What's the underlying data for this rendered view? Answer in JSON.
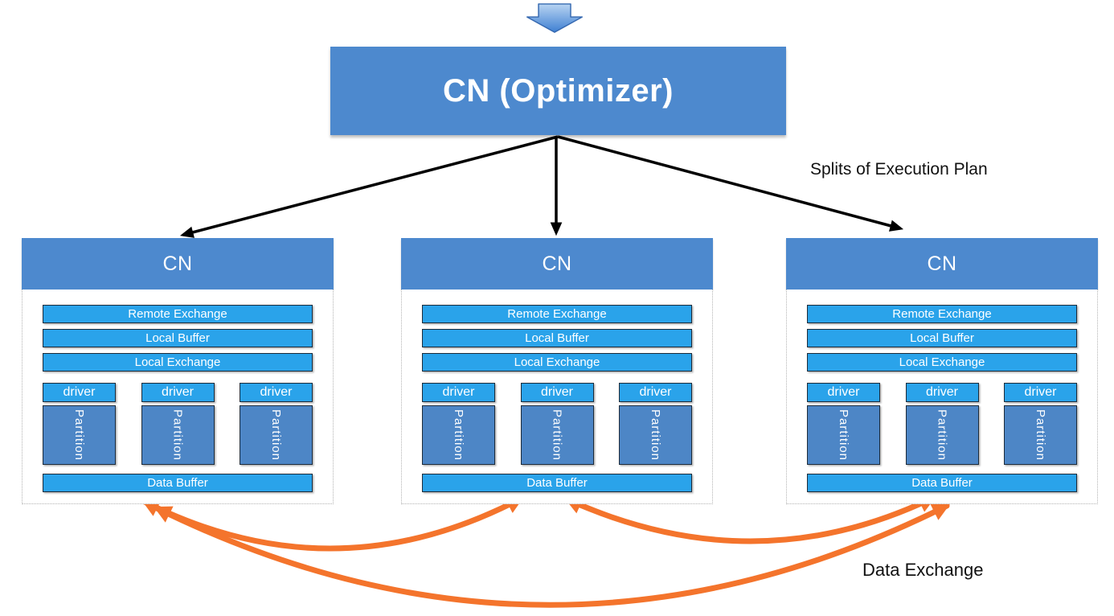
{
  "icons": {
    "top_arrow": "down-block-arrow"
  },
  "optimizer": {
    "label": "CN (Optimizer)"
  },
  "annotations": {
    "splits_label": "Splits of Execution Plan",
    "data_exchange_label": "Data Exchange"
  },
  "nodes": [
    {
      "title": "CN",
      "bars": [
        "Remote Exchange",
        "Local Buffer",
        "Local Exchange"
      ],
      "drivers": [
        "driver",
        "driver",
        "driver"
      ],
      "partitions": [
        "Partition",
        "Partition",
        "Partition"
      ],
      "data_buffer": "Data Buffer"
    },
    {
      "title": "CN",
      "bars": [
        "Remote Exchange",
        "Local Buffer",
        "Local Exchange"
      ],
      "drivers": [
        "driver",
        "driver",
        "driver"
      ],
      "partitions": [
        "Partition",
        "Partition",
        "Partition"
      ],
      "data_buffer": "Data Buffer"
    },
    {
      "title": "CN",
      "bars": [
        "Remote Exchange",
        "Local Buffer",
        "Local Exchange"
      ],
      "drivers": [
        "driver",
        "driver",
        "driver"
      ],
      "partitions": [
        "Partition",
        "Partition",
        "Partition"
      ],
      "data_buffer": "Data Buffer"
    }
  ],
  "colors": {
    "node_header_blue": "#4d89ce",
    "bar_blue": "#2aa3ea",
    "partition_blue": "#4d86c6",
    "arrow_orange": "#f4742c",
    "arrow_black": "#000000"
  }
}
